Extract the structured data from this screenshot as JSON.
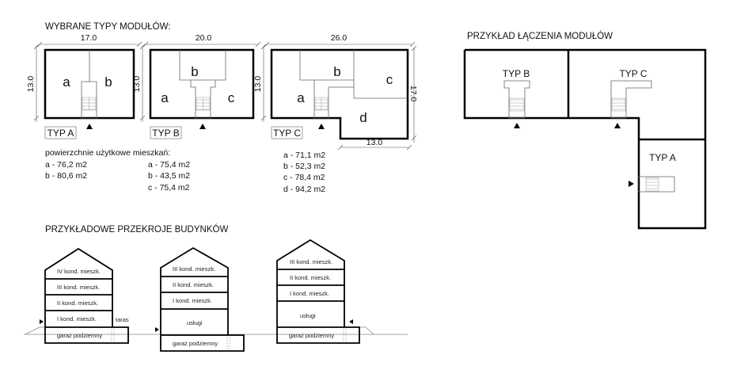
{
  "titles": {
    "modules": "WYBRANE TYPY MODUŁÓW:",
    "joining": "PRZYKŁAD ŁĄCZENIA MODUŁÓW",
    "sections": "PRZYKŁADOWE PRZEKROJE BUDYNKÓW"
  },
  "modules": {
    "a": {
      "label": "TYP A",
      "width": "17.0",
      "depth": "13.0",
      "rooms": [
        "a",
        "b"
      ],
      "areas": [
        "a - 76,2 m2",
        "b - 80,6 m2"
      ]
    },
    "b": {
      "label": "TYP B",
      "width": "20.0",
      "depth": "13.0",
      "rooms": [
        "a",
        "b",
        "c"
      ],
      "areas": [
        "a - 75,4 m2",
        "b - 43,5 m2",
        "c - 75,4 m2"
      ]
    },
    "c": {
      "label": "TYP C",
      "width": "26.0",
      "depth": "13.0",
      "depth_right": "17.0",
      "bottom_width": "13.0",
      "rooms": [
        "a",
        "b",
        "c",
        "d"
      ],
      "areas": [
        "a - 71,1 m2",
        "b - 52,3 m2",
        "c - 78,4 m2",
        "d - 94,2 m2"
      ]
    }
  },
  "areas_heading": "powierzchnie użytkowe mieszkań:",
  "joining": {
    "typ_b": "TYP B",
    "typ_c": "TYP C",
    "typ_a": "TYP A"
  },
  "sections": [
    {
      "floors": [
        "IV kond. mieszk.",
        "III kond. mieszk.",
        "II kond. mieszk.",
        "I kond. mieszk."
      ],
      "garage": "garaż podziemny",
      "terrace": "taras"
    },
    {
      "floors": [
        "III kond. mieszk.",
        "II kond. mieszk.",
        "I kond. mieszk.",
        "usługi"
      ],
      "garage": "garaż podziemny"
    },
    {
      "floors": [
        "III kond. mieszk.",
        "II kond. mieszk.",
        "I kond. mieszk.",
        "usługi"
      ],
      "garage": "garaż podziemny"
    }
  ]
}
